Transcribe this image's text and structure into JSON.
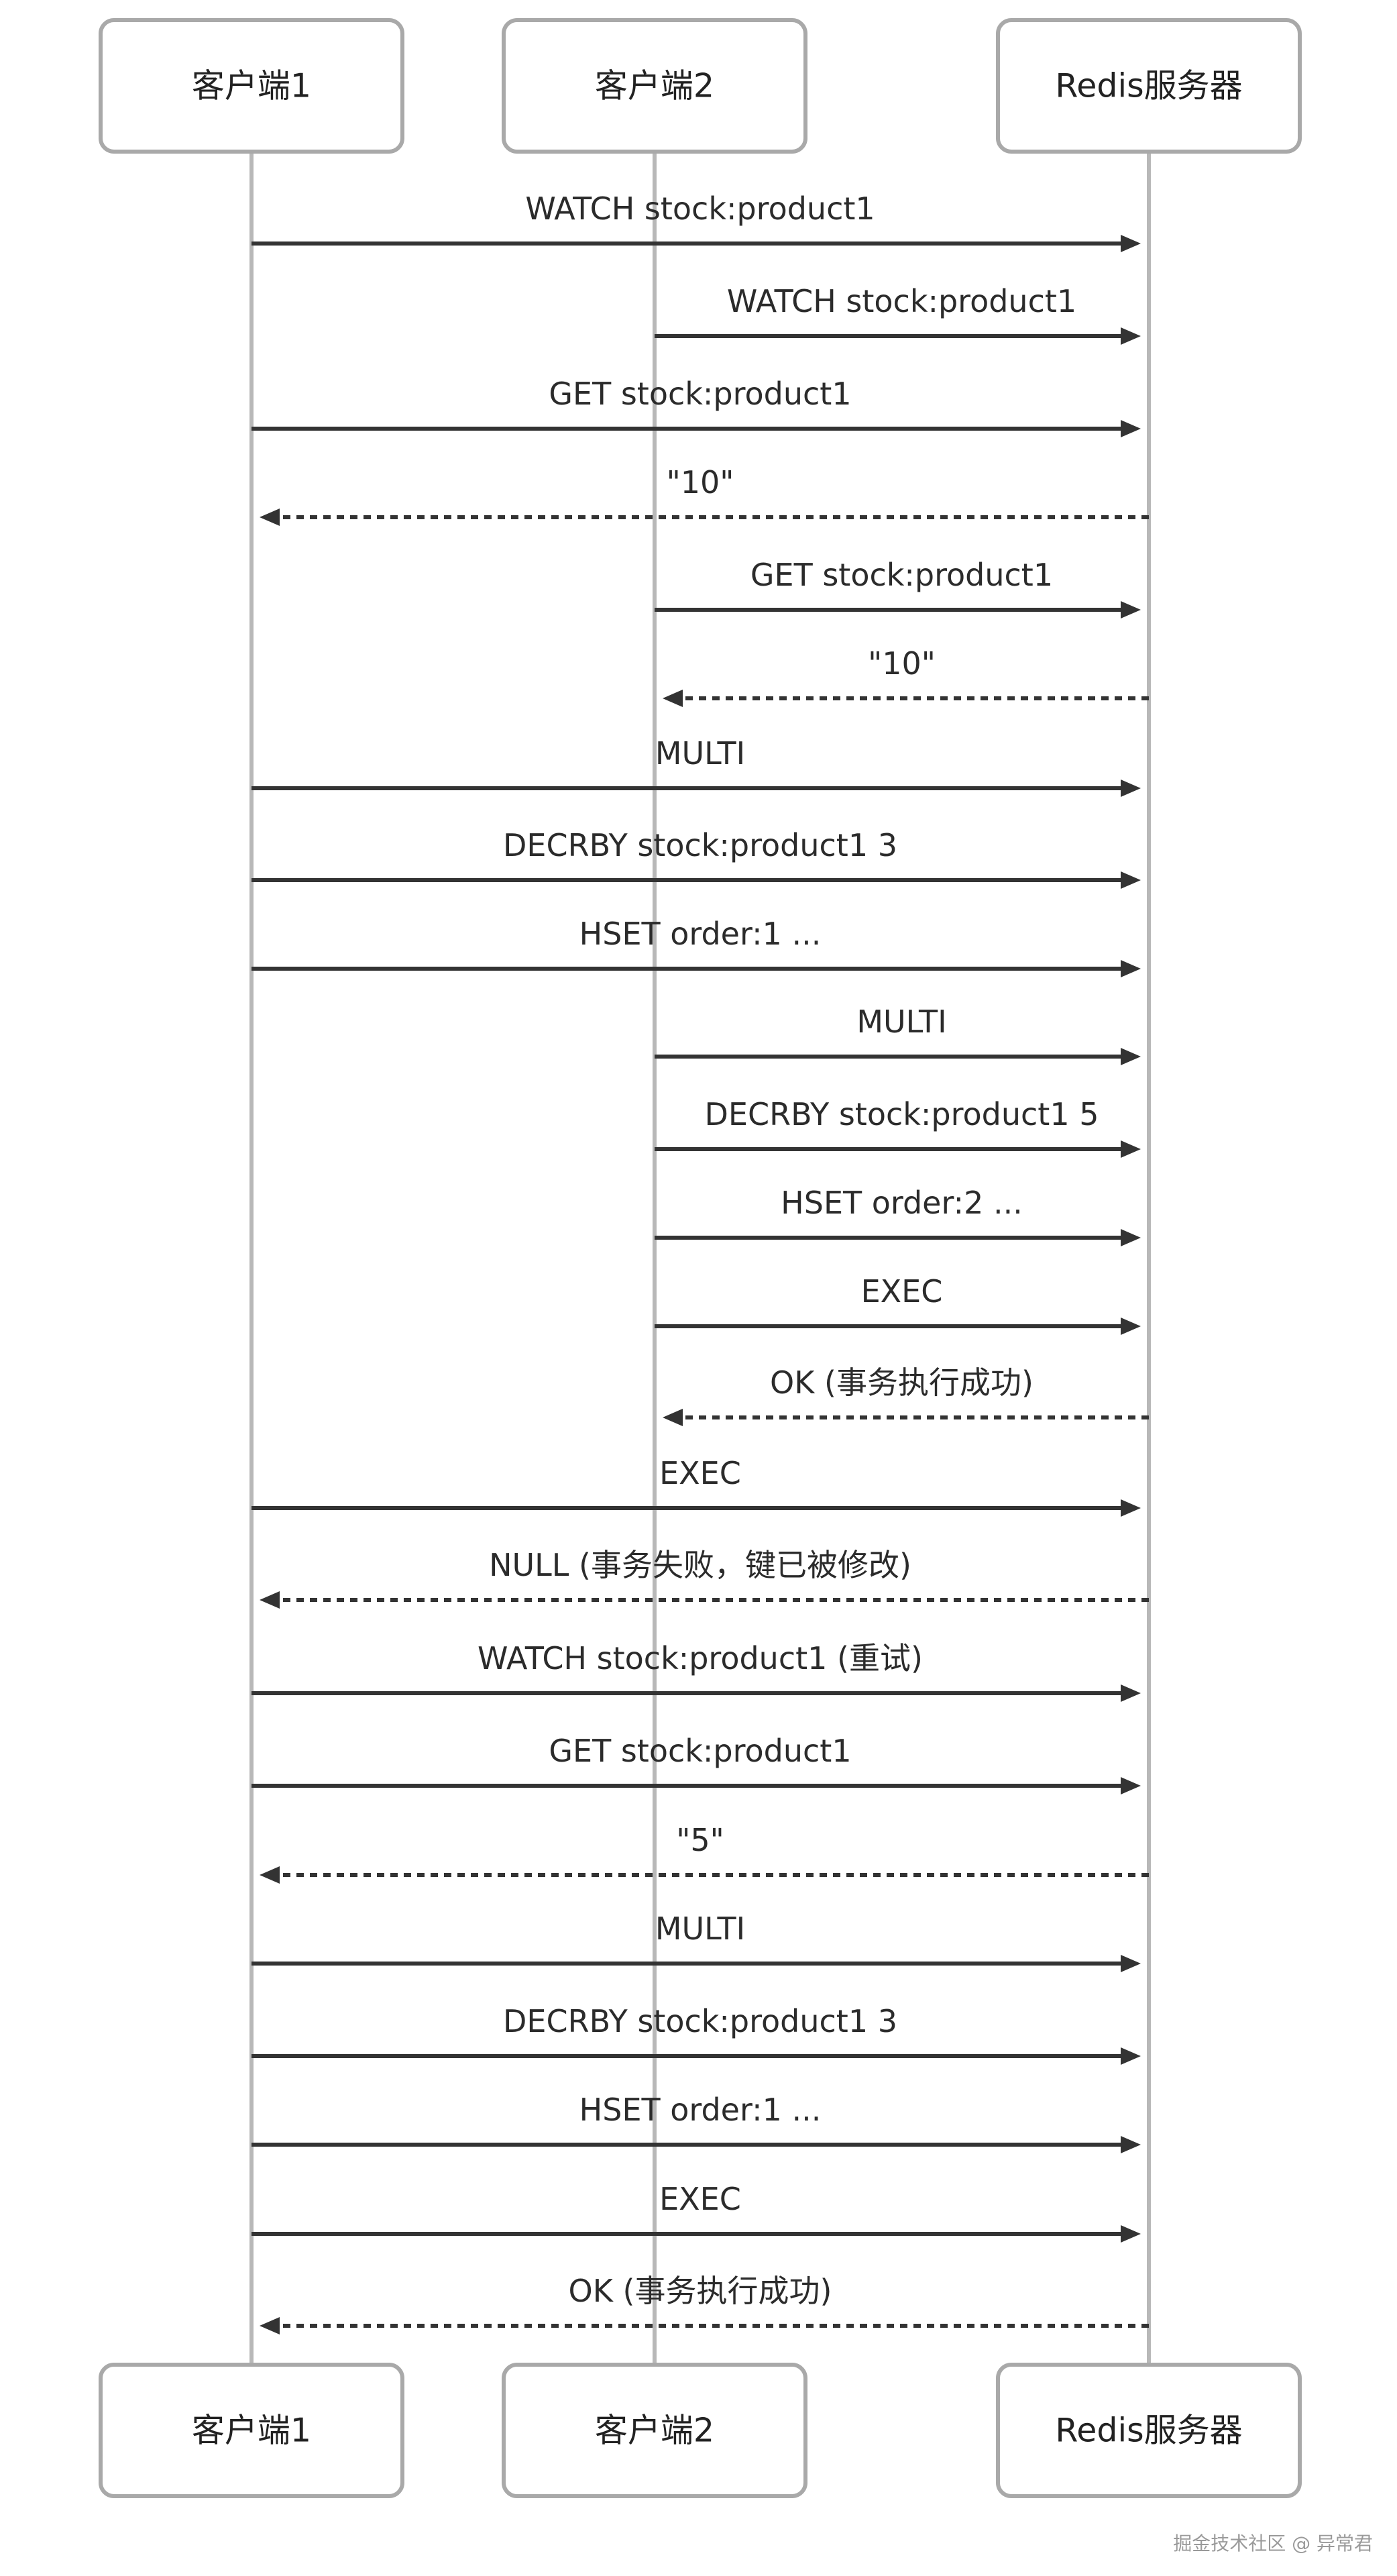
{
  "participants": [
    {
      "id": "client1",
      "label": "客户端1"
    },
    {
      "id": "client2",
      "label": "客户端2"
    },
    {
      "id": "redis",
      "label": "Redis服务器"
    }
  ],
  "messages": [
    {
      "from": "client1",
      "to": "redis",
      "label": "WATCH stock:product1",
      "kind": "sync"
    },
    {
      "from": "client2",
      "to": "redis",
      "label": "WATCH stock:product1",
      "kind": "sync"
    },
    {
      "from": "client1",
      "to": "redis",
      "label": "GET stock:product1",
      "kind": "sync"
    },
    {
      "from": "redis",
      "to": "client1",
      "label": "\"10\"",
      "kind": "reply"
    },
    {
      "from": "client2",
      "to": "redis",
      "label": "GET stock:product1",
      "kind": "sync"
    },
    {
      "from": "redis",
      "to": "client2",
      "label": "\"10\"",
      "kind": "reply"
    },
    {
      "from": "client1",
      "to": "redis",
      "label": "MULTI",
      "kind": "sync"
    },
    {
      "from": "client1",
      "to": "redis",
      "label": "DECRBY stock:product1 3",
      "kind": "sync"
    },
    {
      "from": "client1",
      "to": "redis",
      "label": "HSET order:1 ...",
      "kind": "sync"
    },
    {
      "from": "client2",
      "to": "redis",
      "label": "MULTI",
      "kind": "sync"
    },
    {
      "from": "client2",
      "to": "redis",
      "label": "DECRBY stock:product1 5",
      "kind": "sync"
    },
    {
      "from": "client2",
      "to": "redis",
      "label": "HSET order:2 ...",
      "kind": "sync"
    },
    {
      "from": "client2",
      "to": "redis",
      "label": "EXEC",
      "kind": "sync"
    },
    {
      "from": "redis",
      "to": "client2",
      "label": "OK (事务执行成功)",
      "kind": "reply"
    },
    {
      "from": "client1",
      "to": "redis",
      "label": "EXEC",
      "kind": "sync"
    },
    {
      "from": "redis",
      "to": "client1",
      "label": "NULL (事务失败，键已被修改)",
      "kind": "reply"
    },
    {
      "from": "client1",
      "to": "redis",
      "label": "WATCH stock:product1 (重试)",
      "kind": "sync"
    },
    {
      "from": "client1",
      "to": "redis",
      "label": "GET stock:product1",
      "kind": "sync"
    },
    {
      "from": "redis",
      "to": "client1",
      "label": "\"5\"",
      "kind": "reply"
    },
    {
      "from": "client1",
      "to": "redis",
      "label": "MULTI",
      "kind": "sync"
    },
    {
      "from": "client1",
      "to": "redis",
      "label": "DECRBY stock:product1 3",
      "kind": "sync"
    },
    {
      "from": "client1",
      "to": "redis",
      "label": "HSET order:1 ...",
      "kind": "sync"
    },
    {
      "from": "client1",
      "to": "redis",
      "label": "EXEC",
      "kind": "sync"
    },
    {
      "from": "redis",
      "to": "client1",
      "label": "OK (事务执行成功)",
      "kind": "reply"
    }
  ],
  "watermark": "掘金技术社区 @ 异常君",
  "colors": {
    "box_border": "#a9a9a9",
    "lifeline": "#b8b8b8",
    "arrow": "#333333",
    "text": "#222222"
  }
}
